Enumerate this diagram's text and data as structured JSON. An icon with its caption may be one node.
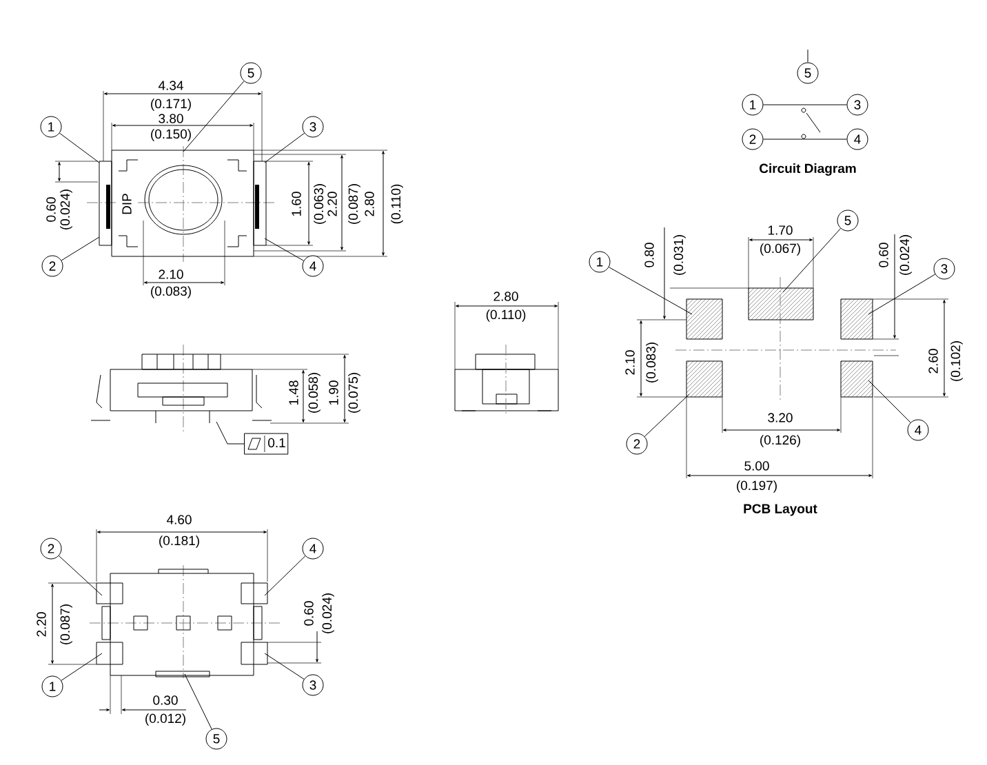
{
  "diagram": {
    "nodes": [
      {
        "text": [
          "5"
        ]
      },
      {
        "text": [
          "1"
        ]
      },
      {
        "text": [
          "3"
        ]
      },
      {
        "text": [
          "2"
        ]
      },
      {
        "text": [
          "4"
        ]
      },
      {
        "text": [
          "5"
        ]
      },
      {
        "text": [
          "1"
        ]
      },
      {
        "text": [
          "3"
        ]
      },
      {
        "text": [
          "2"
        ]
      },
      {
        "text": [
          "4"
        ]
      },
      {
        "text": [
          "5"
        ]
      },
      {
        "text": [
          "1"
        ]
      },
      {
        "text": [
          "3"
        ]
      },
      {
        "text": [
          "2"
        ]
      },
      {
        "text": [
          "4"
        ]
      },
      {
        "text": [
          "0.1"
        ]
      },
      {
        "text": [
          "2"
        ]
      },
      {
        "text": [
          "4"
        ]
      },
      {
        "text": [
          "1"
        ]
      },
      {
        "text": [
          "3"
        ]
      },
      {
        "text": [
          "5"
        ]
      },
      {
        "text": [],
        "shape": "picture"
      },
      {
        "text": [],
        "shape": "picture"
      },
      {
        "text": [],
        "shape": "picture"
      },
      {
        "text": [],
        "shape": "picture"
      }
    ],
    "edges": [
      {
        "from": 0,
        "to": 21,
        "arrow": "none"
      },
      {
        "from": 1,
        "to": 21,
        "arrow": "none"
      },
      {
        "from": 2,
        "to": 21,
        "arrow": "none"
      },
      {
        "from": 3,
        "to": 21,
        "arrow": "none"
      },
      {
        "from": 4,
        "to": 21,
        "arrow": "none"
      },
      {
        "from": 5,
        "to": null,
        "arrow": "none"
      },
      {
        "from": 6,
        "to": 7,
        "arrow": "none"
      },
      {
        "from": 8,
        "to": 9,
        "arrow": "none"
      },
      {
        "from": 10,
        "to": 23,
        "arrow": "none"
      },
      {
        "from": 11,
        "to": 23,
        "arrow": "none"
      },
      {
        "from": 12,
        "to": 23,
        "arrow": "none"
      },
      {
        "from": 13,
        "to": 23,
        "arrow": "none"
      },
      {
        "from": 14,
        "to": 23,
        "arrow": "none"
      },
      {
        "from": 15,
        "to": 22,
        "arrow": "none"
      },
      {
        "from": 16,
        "to": 24,
        "arrow": "none"
      },
      {
        "from": 17,
        "to": 24,
        "arrow": "none"
      },
      {
        "from": 18,
        "to": 24,
        "arrow": "none"
      },
      {
        "from": 19,
        "to": 24,
        "arrow": "none"
      },
      {
        "from": 20,
        "to": 24,
        "arrow": "none"
      }
    ],
    "labels": [
      "4.34",
      "(0.171)",
      "3.80",
      "(0.150)",
      "0.60",
      "(0.024)",
      "DIP",
      "1.60",
      "(0.063)",
      "2.20",
      "(0.087)",
      "2.80",
      "(0.110)",
      "2.10",
      "(0.083)",
      "Circuit Diagram",
      "1.70",
      "(0.067)",
      "0.80",
      "(0.031)",
      "0.60",
      "(0.024)",
      "2.10",
      "(0.083)",
      "2.60",
      "(0.102)",
      "3.20",
      "(0.126)",
      "5.00",
      "(0.197)",
      "PCB Layout",
      "2.80",
      "(0.110)",
      "1.48",
      "(0.058)",
      "1.90",
      "(0.075)",
      "4.60",
      "(0.181)",
      "2.20",
      "(0.087)",
      "0.60",
      "(0.024)",
      "0.30",
      "(0.012)"
    ]
  }
}
